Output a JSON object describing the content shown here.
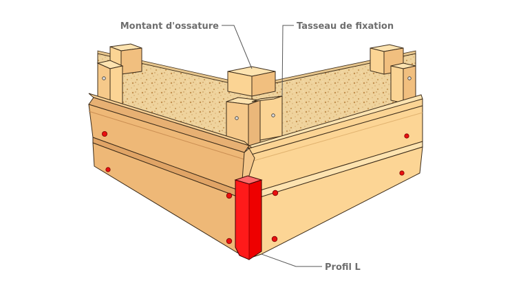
{
  "labels": {
    "framing_stud": "Montant d'ossature",
    "fixing_batten": "Tasseau de fixation",
    "l_profile": "Profil L"
  },
  "colors": {
    "osb_light": "#f2d8a4",
    "osb_dark": "#d7b276",
    "wood_light": "#fbd494",
    "wood_mid": "#eeb877",
    "wood_dark": "#dc9f64",
    "l_profile": "#ff0000",
    "screw": "#e81010",
    "label_text": "#6e6e6e",
    "leader_line": "#555555",
    "outline": "#3a2a18"
  }
}
